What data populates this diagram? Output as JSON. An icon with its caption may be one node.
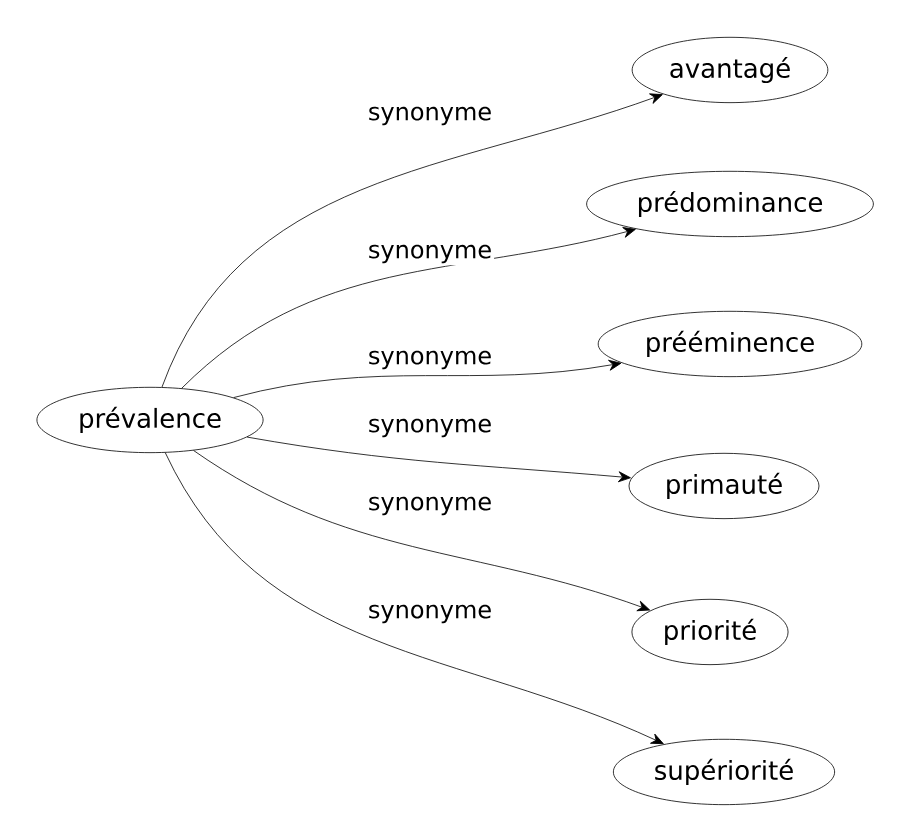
{
  "diagram": {
    "nodes": [
      {
        "text": [
          "prévalence"
        ]
      },
      {
        "text": [
          "avantagé"
        ]
      },
      {
        "text": [
          "prédominance"
        ]
      },
      {
        "text": [
          "prééminence"
        ]
      },
      {
        "text": [
          "primauté"
        ]
      },
      {
        "text": [
          "priorité"
        ]
      },
      {
        "text": [
          "supériorité"
        ]
      }
    ],
    "edges": [
      {
        "from": 0,
        "to": 1,
        "arrow": "to",
        "label": "synonyme"
      },
      {
        "from": 0,
        "to": 2,
        "arrow": "to",
        "label": "synonyme"
      },
      {
        "from": 0,
        "to": 3,
        "arrow": "to",
        "label": "synonyme"
      },
      {
        "from": 0,
        "to": 4,
        "arrow": "to",
        "label": "synonyme"
      },
      {
        "from": 0,
        "to": 5,
        "arrow": "to",
        "label": "synonyme"
      },
      {
        "from": 0,
        "to": 6,
        "arrow": "to",
        "label": "synonyme"
      }
    ]
  }
}
